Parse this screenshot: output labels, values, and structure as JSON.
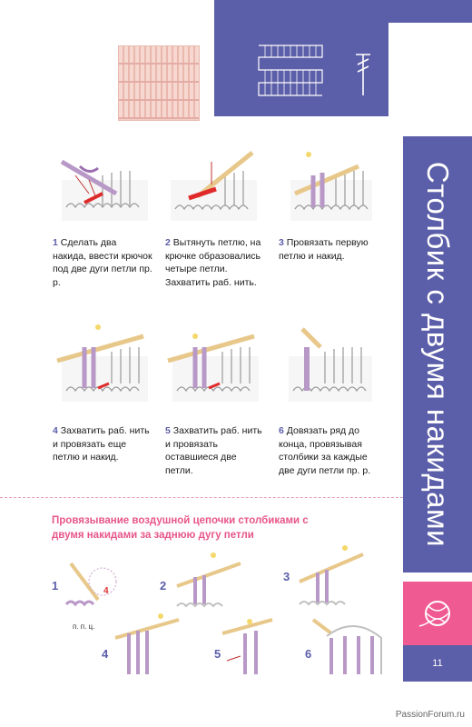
{
  "side_title": "Столбик с двумя накидами",
  "page_number": "11",
  "steps": [
    {
      "num": "1",
      "text": "Сделать два накида, ввести крючок под две дуги петли пр. р."
    },
    {
      "num": "2",
      "text": "Вытянуть петлю, на крючке образовались четыре петли. Захватить раб. нить."
    },
    {
      "num": "3",
      "text": "Провязать первую петлю и накид."
    },
    {
      "num": "4",
      "text": "Захватить раб. нить и провязать еще петлю и накид."
    },
    {
      "num": "5",
      "text": "Захватить раб. нить и провязать оставшиеся две петли."
    },
    {
      "num": "6",
      "text": "Довязать ряд до конца, провязывая столбики за каждые две дуги петли пр. р."
    }
  ],
  "subsection_title": "Провязывание воздушной цепочки столбиками с двумя накидами за заднюю дугу петли",
  "small_steps": [
    "1",
    "2",
    "3",
    "4",
    "5",
    "6"
  ],
  "ppc_label": "п. п. ц.",
  "red_label": "4",
  "watermark": "PassionForum.ru",
  "colors": {
    "accent": "#5b5ea8",
    "pink": "#f05a92",
    "subtitle": "#e6568a"
  }
}
